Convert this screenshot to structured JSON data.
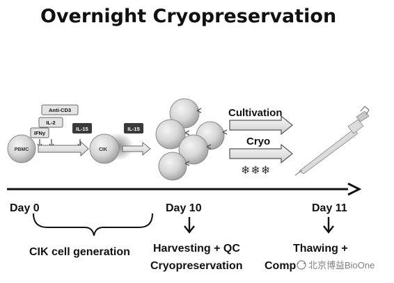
{
  "title": "Overnight Cryopreservation",
  "timeline": {
    "days": [
      {
        "label": "Day 0"
      },
      {
        "label": "Day 10"
      },
      {
        "label": "Day 11"
      }
    ]
  },
  "phases": {
    "generation": "CIK cell generation",
    "harvest_line1": "Harvesting + QC",
    "harvest_line2": "Cryopreservation",
    "thaw_line1": "Thawing +",
    "thaw_line2": "Comp"
  },
  "reagents": {
    "anti_cd3": "Anti-CD3",
    "il2": "IL-2",
    "ifny": "IFNy",
    "il15_a": "IL-15",
    "il15_b": "IL-15"
  },
  "cells": {
    "pbmc": "PBMC",
    "cik": "CIK"
  },
  "arrows": {
    "cultivation": "Cultivation",
    "cryo": "Cryo",
    "snow": "❄❄❄"
  },
  "watermark": {
    "text": "北京博益BioOne"
  },
  "colors": {
    "text": "#111111",
    "cell_fill": "#cfcfcf",
    "cell_edge": "#8a8a8a",
    "label_box": "#3a3a3a"
  }
}
